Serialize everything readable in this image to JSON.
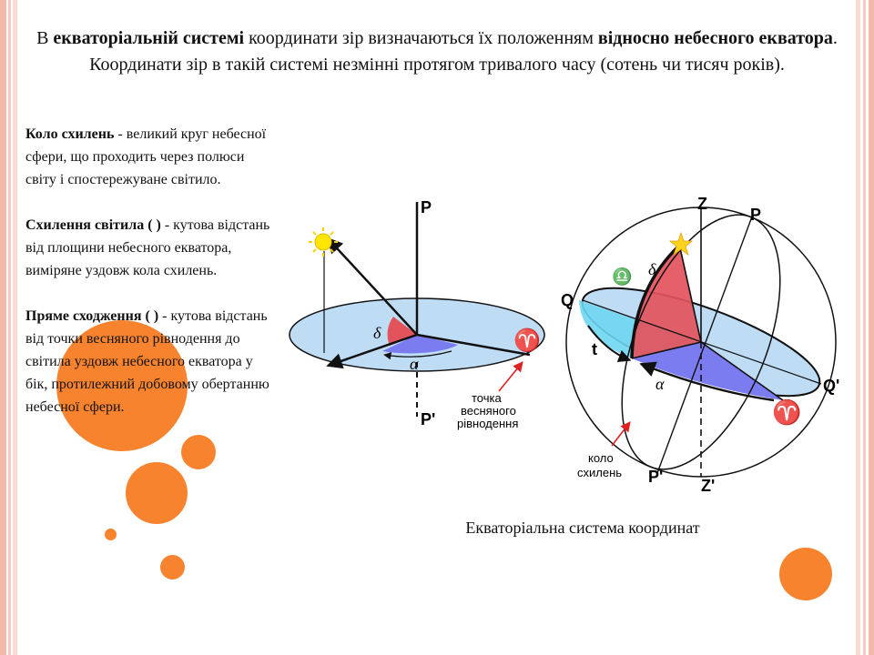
{
  "title": {
    "p1": "В ",
    "b1": "екваторіальній системі",
    "p2": " координати зір визначаються їх положенням ",
    "b2": "відносно небесного екватора",
    "p3": ". Координати зір в такій системі незмінні протягом тривалого часу (сотень чи тисяч років)."
  },
  "definitions": [
    {
      "term": "Коло схилень",
      "text": " - великий круг небесної сфери, що проходить через полюси світу і спостережуване світило."
    },
    {
      "term": "Схилення світила (   )",
      "text": " - кутова відстань від площини небесного екватора, виміряне уздовж кола схилень."
    },
    {
      "term": "Пряме сходження (   )",
      "text": " - кутова відстань від точки весняного рівнодення до світила уздовж небесного екватора у бік, протилежний добовому обертанню небесної сфери."
    }
  ],
  "diagram_left": {
    "pole_top": "P",
    "pole_bottom": "P'",
    "delta": "δ",
    "alpha": "α",
    "aries": "♈",
    "point_label": [
      "точка",
      "весняного",
      "рівнодення"
    ]
  },
  "diagram_right": {
    "zenith": "Z",
    "nadir": "Z'",
    "pole_top": "P",
    "pole_bottom": "P'",
    "q_left": "Q",
    "q_right": "Q'",
    "hour_angle": "t",
    "delta": "δ",
    "alpha": "α",
    "aries": "♈",
    "libra": "♎",
    "circle_label": [
      "коло",
      "схилень"
    ]
  },
  "caption": "Екваторіальна система координат",
  "colors": {
    "accent_orange": "#f7832f",
    "stripe_pink": "#f2b9a8",
    "plane_blue": "#bfdcf5",
    "angle_red": "#e3535b",
    "angle_violet": "#7b7cf0"
  }
}
